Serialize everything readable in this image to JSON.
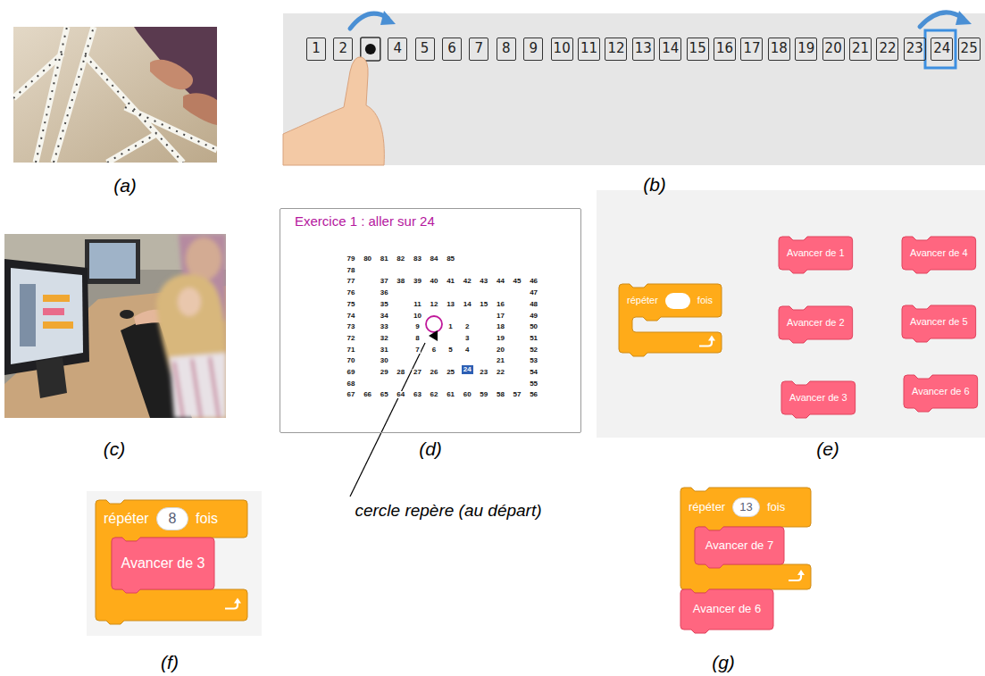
{
  "diagram": {
    "nodes": [
      {
        "text": [
          "1"
        ]
      },
      {
        "text": [
          "2"
        ]
      },
      {
        "text": [
          "4"
        ]
      },
      {
        "text": [
          "5"
        ]
      },
      {
        "text": [
          "6"
        ]
      },
      {
        "text": [
          "7"
        ]
      },
      {
        "text": [
          "8"
        ]
      },
      {
        "text": [
          "9"
        ]
      },
      {
        "text": [
          "10"
        ]
      },
      {
        "text": [
          "11"
        ]
      },
      {
        "text": [
          "12"
        ]
      },
      {
        "text": [
          "13"
        ]
      },
      {
        "text": [
          "14"
        ]
      },
      {
        "text": [
          "15"
        ]
      },
      {
        "text": [
          "16"
        ]
      },
      {
        "text": [
          "17"
        ]
      },
      {
        "text": [
          "18"
        ]
      },
      {
        "text": [
          "19"
        ]
      },
      {
        "text": [
          "20"
        ]
      },
      {
        "text": [
          "21"
        ]
      },
      {
        "text": [
          "22"
        ]
      },
      {
        "text": [
          "23"
        ]
      },
      {
        "text": [
          "24"
        ]
      },
      {
        "text": [
          "25"
        ]
      },
      {
        "text": [
          "Exercice 1 : aller sur 24"
        ]
      },
      {
        "text": [
          "24"
        ],
        "in": 24
      },
      {
        "text": [
          "répéter",
          "fois"
        ]
      },
      {
        "text": [
          "Avancer de 1"
        ]
      },
      {
        "text": [
          "Avancer de 4"
        ]
      },
      {
        "text": [
          "Avancer de 2"
        ]
      },
      {
        "text": [
          "Avancer de 5"
        ]
      },
      {
        "text": [
          "Avancer de 3"
        ]
      },
      {
        "text": [
          "Avancer de 6"
        ]
      },
      {
        "text": [
          "répéter",
          "fois"
        ]
      },
      {
        "text": [
          "8"
        ],
        "in": 33
      },
      {
        "text": [
          "Avancer de 3"
        ],
        "in": 33
      },
      {
        "text": [
          "répéter",
          "fois"
        ]
      },
      {
        "text": [
          "13"
        ],
        "in": 36
      },
      {
        "text": [
          "Avancer de 7"
        ],
        "in": 36
      },
      {
        "text": [
          "Avancer de 6"
        ]
      }
    ],
    "labels": [
      "(a)",
      "(b)",
      "(c)",
      "(d)",
      "(e)",
      "(f)",
      "(g)",
      "cercle repère (au départ)",
      "79",
      "80",
      "81",
      "82",
      "83",
      "84",
      "85",
      "78",
      "77",
      "37",
      "38",
      "39",
      "40",
      "41",
      "42",
      "43",
      "44",
      "45",
      "46",
      "76",
      "36",
      "47",
      "75",
      "35",
      "11",
      "12",
      "13",
      "14",
      "15",
      "16",
      "48",
      "74",
      "34",
      "10",
      "17",
      "49",
      "73",
      "33",
      "9",
      "1",
      "2",
      "18",
      "50",
      "72",
      "32",
      "8",
      "3",
      "19",
      "51",
      "71",
      "31",
      "7",
      "6",
      "5",
      "4",
      "20",
      "52",
      "70",
      "30",
      "21",
      "53",
      "69",
      "29",
      "28",
      "27",
      "26",
      "25",
      "23",
      "22",
      "54",
      "68",
      "55",
      "67",
      "66",
      "65",
      "64",
      "63",
      "62",
      "61",
      "60",
      "59",
      "58",
      "57",
      "56"
    ]
  }
}
